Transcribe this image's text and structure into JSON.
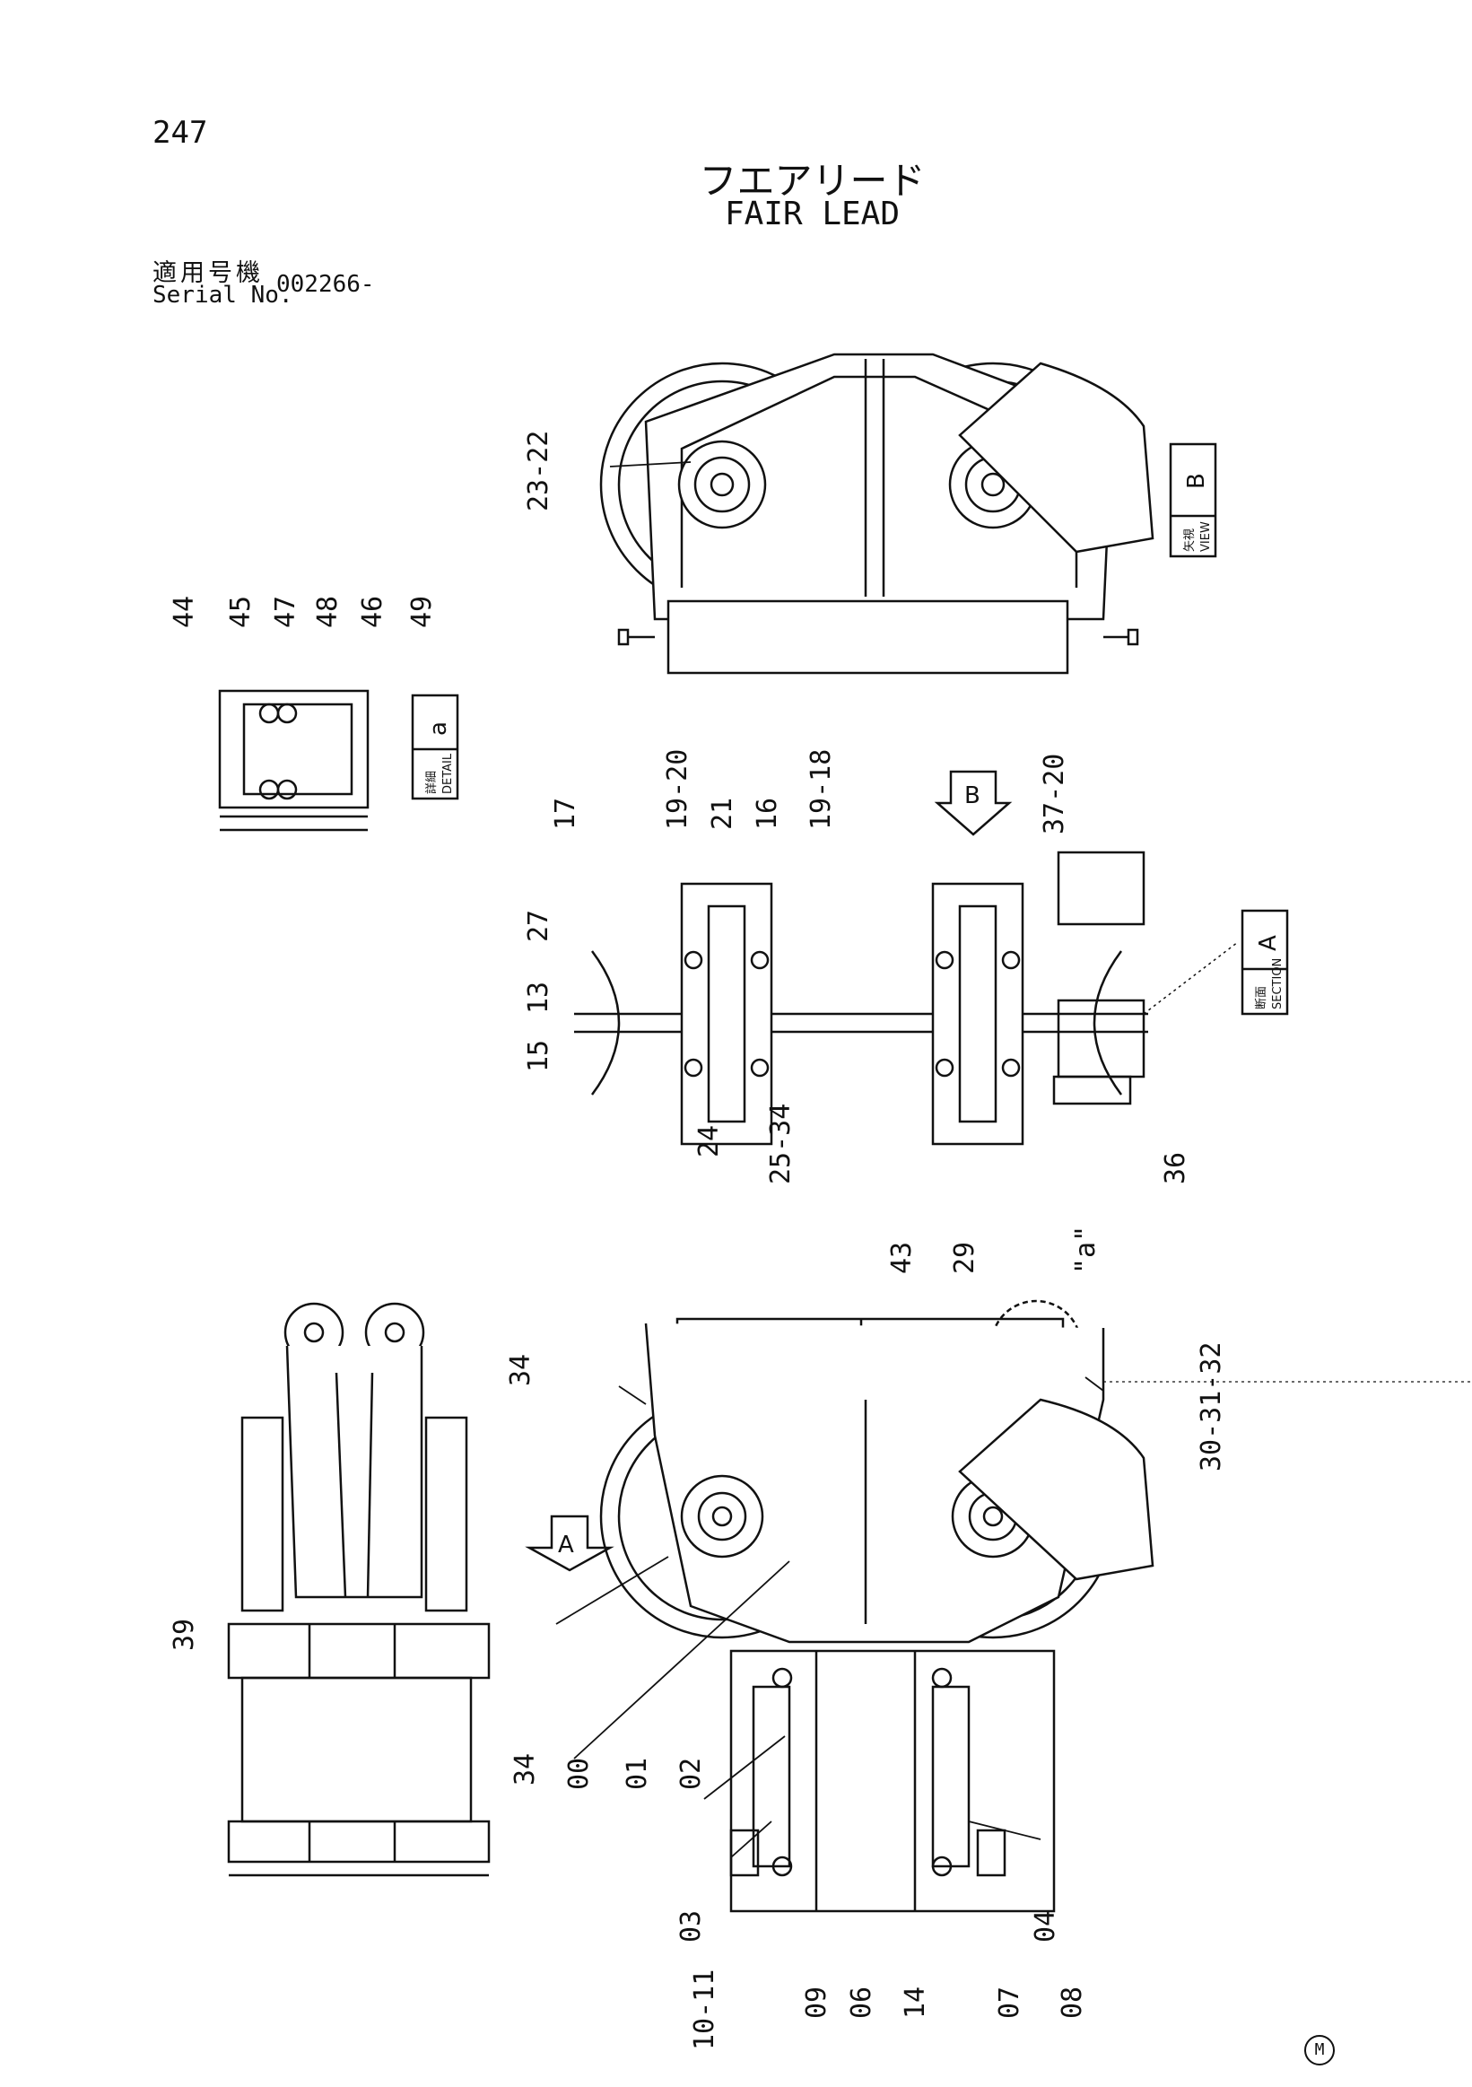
{
  "header": {
    "page_number": "247",
    "title_jp": "フエアリード",
    "title_en": "FAIR LEAD",
    "serial_label_jp": "適用号機",
    "serial_label_en": "Serial No.",
    "serial_value": "002266-"
  },
  "views": {
    "view_b": {
      "jp": "矢視",
      "en": "VIEW",
      "letter": "B"
    },
    "detail_a": {
      "jp": "詳細",
      "en": "DETAIL",
      "letter": "a"
    },
    "section_a": {
      "jp": "断面",
      "en": "SECTION",
      "letter": "A"
    }
  },
  "callouts": {
    "c23_22": "23-22",
    "c44": "44",
    "c45": "45",
    "c47": "47",
    "c48": "48",
    "c46": "46",
    "c49": "49",
    "c17": "17",
    "c19_20": "19-20",
    "c21": "21",
    "c16": "16",
    "c19_18": "19-18",
    "c37_20": "37-20",
    "c27": "27",
    "c13": "13",
    "c15": "15",
    "c24": "24",
    "c25_34": "25-34",
    "c36": "36",
    "c43": "43",
    "c29": "29",
    "c a": "\"a\"",
    "c34_top": "34",
    "c30_31_32": "30-31-32",
    "c39": "39",
    "c34_left": "34",
    "c00": "00",
    "c01": "01",
    "c02": "02",
    "c03": "03",
    "c04": "04",
    "c10_11": "10-11",
    "c09": "09",
    "c06": "06",
    "c14": "14",
    "c07": "07",
    "c08": "08",
    "arrow_a": "A",
    "arrow_b": "B"
  },
  "footer_mark": "M"
}
